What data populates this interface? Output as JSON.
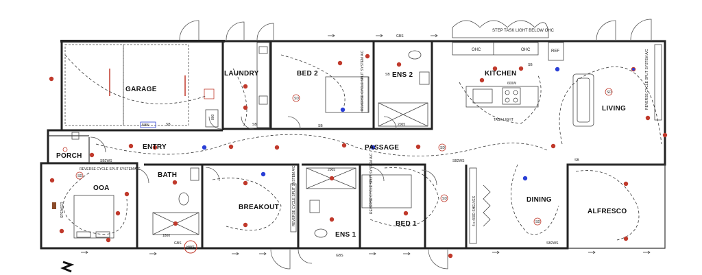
{
  "rooms": {
    "garage": "GARAGE",
    "laundry": "LAUNDRY",
    "bed2": "BED 2",
    "ens2": "ENS 2",
    "kitchen": "KITCHEN",
    "living": "LIVING",
    "porch": "PORCH",
    "entry": "ENTRY",
    "passage": "PASSAGE",
    "ooa": "OOA",
    "bath": "BATH",
    "breakout": "BREAKOUT",
    "ens1": "ENS 1",
    "bed1": "BED 1",
    "dining": "DINING",
    "alfresco": "ALFRESCO"
  },
  "annotations": {
    "step_task_light": "STEP TASK LIGHT BELOW OHC",
    "ohc": "OHC",
    "ref": "REF",
    "sb": "SB",
    "sb2ws": "SB2WS",
    "twows": "2WS",
    "nbn": "NBN",
    "task_light": "TASK LIGHT",
    "ac": "REVERSE CYCLE SPLIT SYSTEM A/C",
    "hws": "HWS",
    "speaker": "SPEAKER",
    "shelves": "4 x 400D SHELVES",
    "dim_800": "800",
    "dim_2005": "2005",
    "dim_1800": "1800",
    "dim_600w": "600W",
    "sd": "SD",
    "gbs": "GBS"
  },
  "colors": {
    "wall": "#222222",
    "light_red": "#c0392b",
    "light_blue": "#2a3fd6",
    "wire": "#333333"
  }
}
